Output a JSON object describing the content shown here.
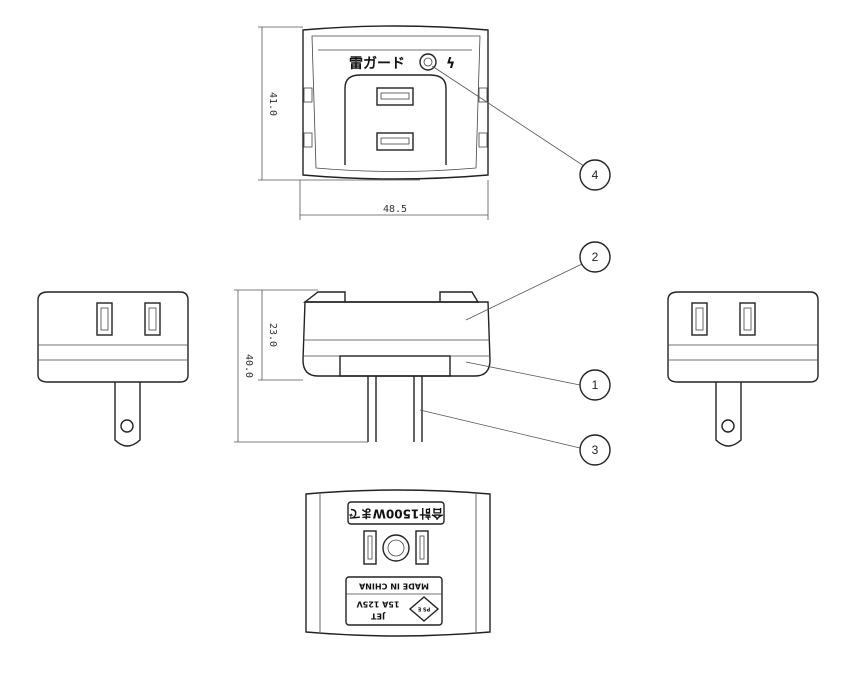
{
  "drawing": {
    "top_view": {
      "label_text": "雷ガード",
      "lightning_symbol": "ϟ"
    },
    "dimensions": {
      "top_height": "41.0",
      "top_width": "48.5",
      "front_total_height": "40.0",
      "front_body_height": "23.0"
    },
    "callouts": [
      "1",
      "2",
      "3",
      "4"
    ],
    "bottom_view": {
      "rating_label": "合計1500Wまで",
      "origin": "MADE IN CHINA",
      "spec": "15A 125V",
      "mark": "JET",
      "pse": "PS E"
    }
  }
}
